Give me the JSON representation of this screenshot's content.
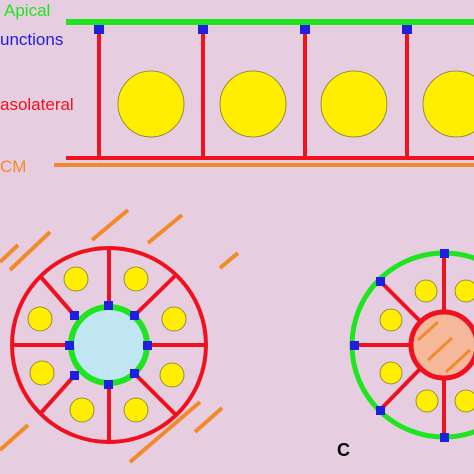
{
  "labels": {
    "apical": "Apical",
    "junctions": "unctions",
    "basolateral": "asolateral",
    "ecm": "CM",
    "panel_c": "C"
  },
  "colors": {
    "background": "#e6cde0",
    "apical": "#1fe51f",
    "junction": "#1f1fe0",
    "basolateral": "#f0101e",
    "ecm": "#f28a2a",
    "nucleus": "#ffee00",
    "lumen": "#bfe6f2",
    "lumen_filled": "#f5b89a"
  },
  "icons": [
    "cell-nucleus",
    "tight-junction",
    "lumen",
    "ecm-fiber"
  ]
}
